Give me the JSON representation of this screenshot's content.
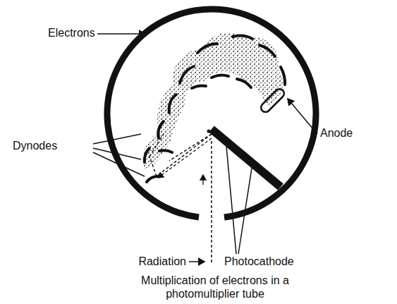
{
  "diagram": {
    "caption": "Multiplication of electrons in a photomultiplier tube",
    "labels": [
      "Electrons",
      "Dynodes",
      "Anode",
      "Radiation",
      "Photocathode"
    ]
  }
}
